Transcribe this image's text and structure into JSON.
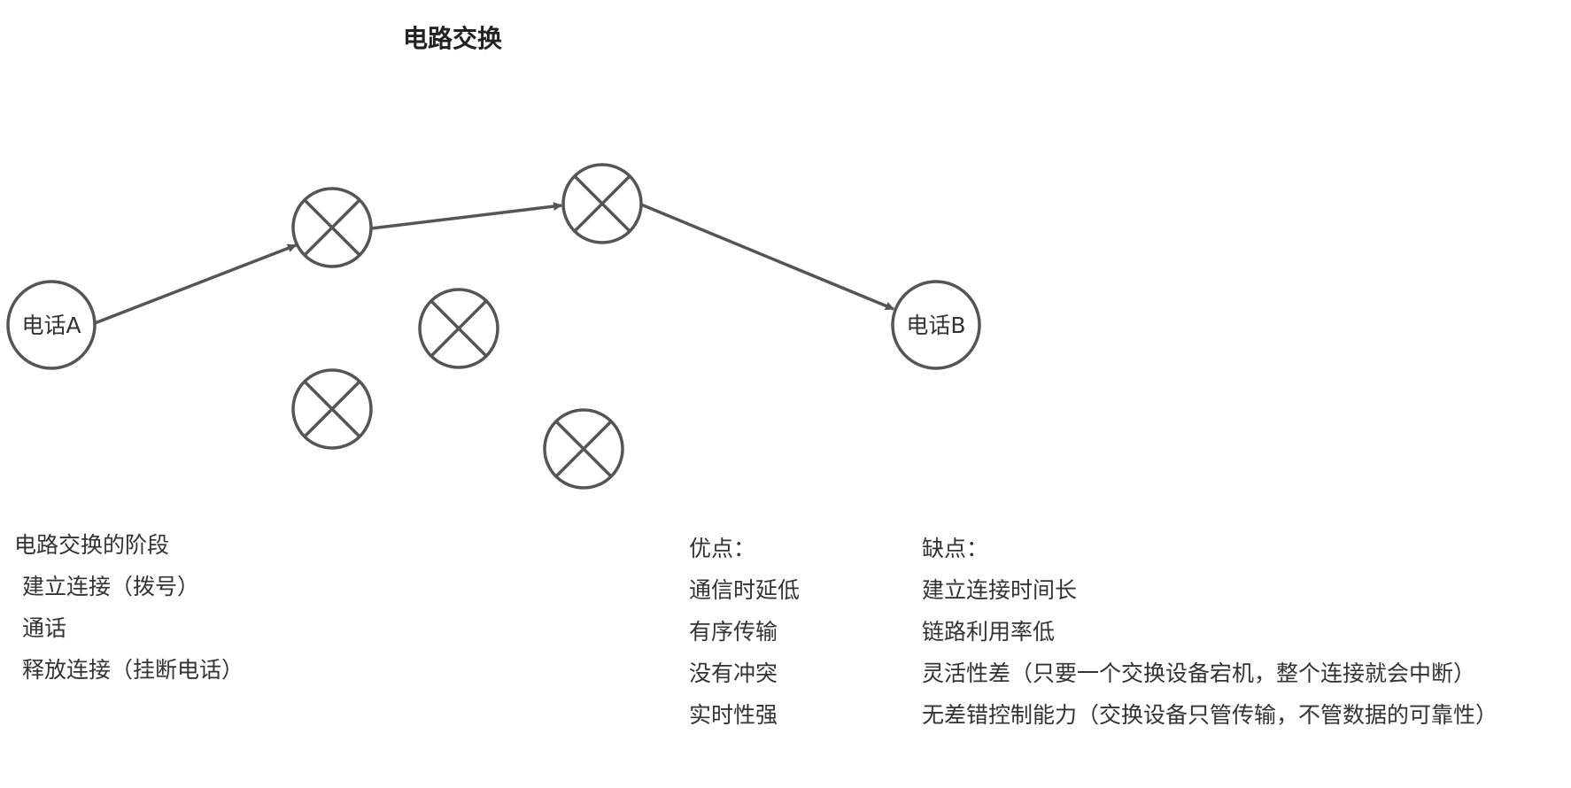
{
  "title": "电路交换",
  "nodes": {
    "phone_a": "电话A",
    "phone_b": "电话B"
  },
  "stages": {
    "heading": "电路交换的阶段",
    "items": [
      "建立连接（拨号）",
      "通话",
      "释放连接（挂断电话）"
    ]
  },
  "pros": {
    "heading": "优点：",
    "items": [
      "通信时延低",
      "有序传输",
      "没有冲突",
      "实时性强"
    ]
  },
  "cons": {
    "heading": "缺点：",
    "items": [
      "建立连接时间长",
      "链路利用率低",
      "灵活性差（只要一个交换设备宕机，整个连接就会中断）",
      "无差错控制能力（交换设备只管传输，不管数据的可靠性）"
    ]
  },
  "colors": {
    "stroke": "#555555",
    "text": "#333333"
  }
}
